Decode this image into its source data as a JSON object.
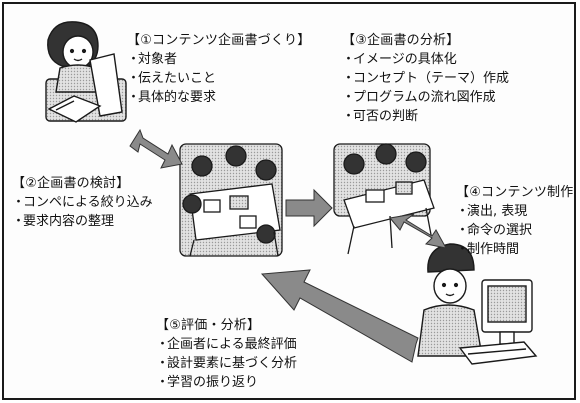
{
  "steps": [
    {
      "heading": "【①コンテンツ企画書づくり】",
      "items": [
        "対象者",
        "伝えたいこと",
        "具体的な要求"
      ]
    },
    {
      "heading": "【②企画書の検討】",
      "items": [
        "コンペによる絞り込み",
        "要求内容の整理"
      ]
    },
    {
      "heading": "【③企画書の分析】",
      "items": [
        "イメージの具体化",
        "コンセプト（テーマ）作成",
        "プログラムの流れ図作成",
        "可否の判断"
      ]
    },
    {
      "heading": "【④コンテンツ制作",
      "items": [
        "演出, 表現",
        "命令の選択",
        "制作時間"
      ]
    },
    {
      "heading": "【⑤評価・分析】",
      "items": [
        "企画者による最終評価",
        "設計要素に基づく分析",
        "学習の振り返り"
      ]
    }
  ],
  "colors": {
    "arrow": "#8a8a8a",
    "ink": "#1a1a1a",
    "paper": "#ffffff",
    "shade": "#c8c8c8"
  }
}
